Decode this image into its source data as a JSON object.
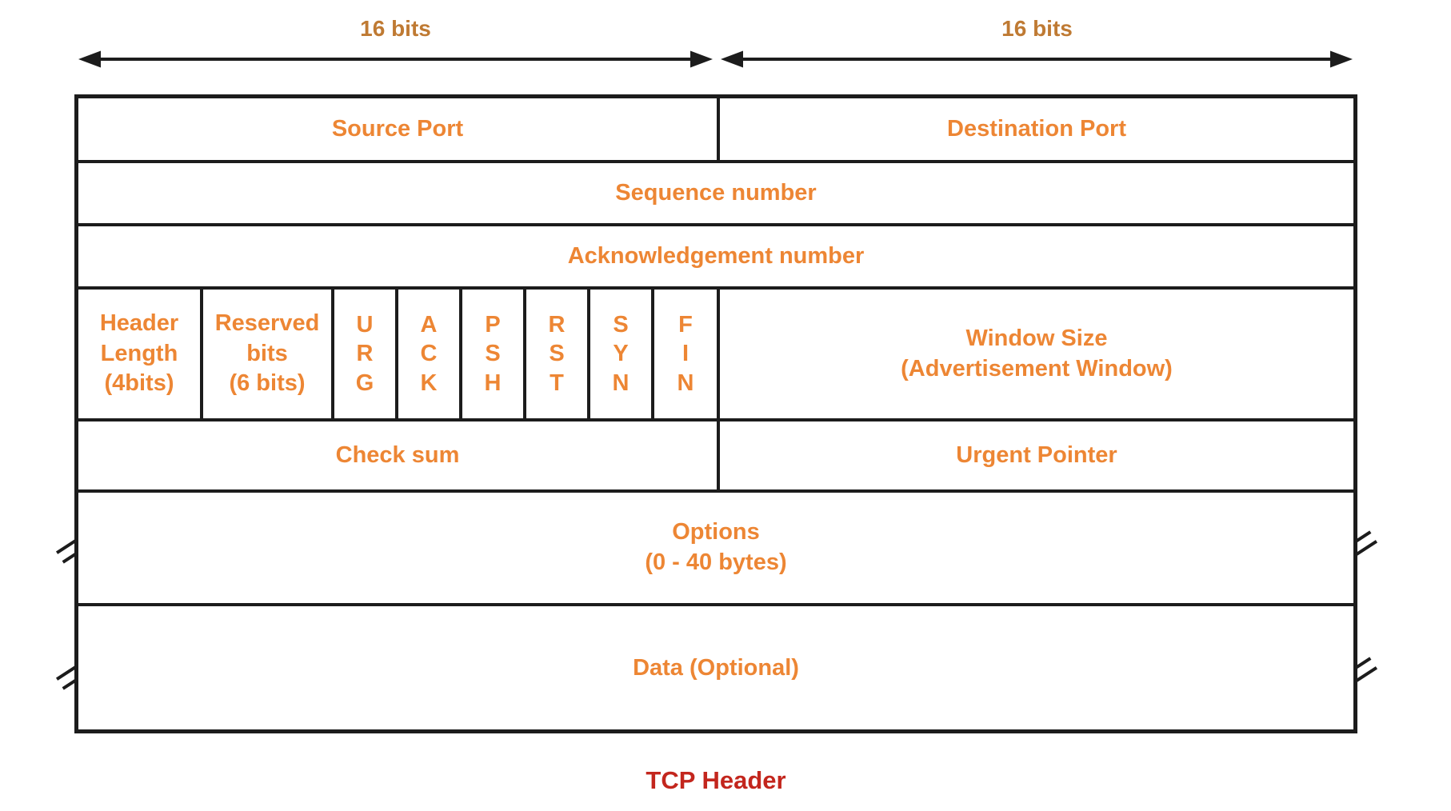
{
  "colors": {
    "line": "#1c1c1c",
    "field_text": "#ED8634",
    "span_label_text": "#BF7A33",
    "title_text": "#C3261D"
  },
  "diagram": {
    "bit_spans": [
      {
        "label": "16 bits"
      },
      {
        "label": "16 bits"
      }
    ],
    "fields": {
      "source_port": "Source Port",
      "destination_port": "Destination Port",
      "sequence_number": "Sequence number",
      "acknowledgement_number": "Acknowledgement number",
      "header_length": "Header\nLength\n(4bits)",
      "reserved_bits": "Reserved\nbits\n(6 bits)",
      "flag_urg": "U\nR\nG",
      "flag_ack": "A\nC\nK",
      "flag_psh": "P\nS\nH",
      "flag_rst": "R\nS\nT",
      "flag_syn": "S\nY\nN",
      "flag_fin": "F\nI\nN",
      "window_size": "Window Size\n(Advertisement Window)",
      "checksum": "Check sum",
      "urgent_pointer": "Urgent Pointer",
      "options": "Options\n(0 - 40 bytes)",
      "data": "Data (Optional)"
    },
    "title": "TCP Header"
  }
}
